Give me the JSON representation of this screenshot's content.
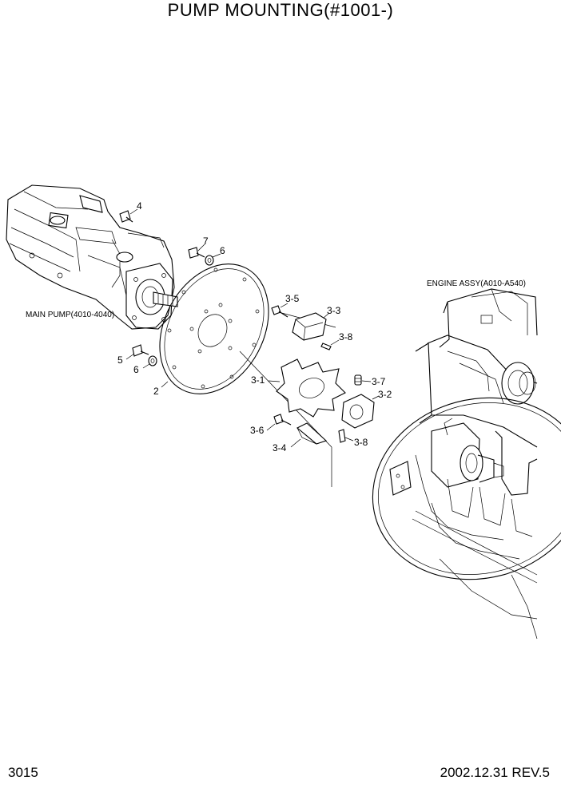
{
  "header": {
    "title": "PUMP MOUNTING(#1001-)"
  },
  "footer": {
    "page_number": "3015",
    "revision": "2002.12.31 REV.5"
  },
  "assemblies": {
    "main_pump": "MAIN PUMP(4010-4040)",
    "engine": "ENGINE ASSY(A010-A540)"
  },
  "callouts": {
    "c4": "4",
    "c7": "7",
    "c6a": "6",
    "c5": "5",
    "c6b": "6",
    "c2": "2",
    "c3_5": "3-5",
    "c3_3": "3-3",
    "c3_8a": "3-8",
    "c3_1": "3-1",
    "c3_7": "3-7",
    "c3_2": "3-2",
    "c3_6": "3-6",
    "c3_4": "3-4",
    "c3_8b": "3-8"
  }
}
